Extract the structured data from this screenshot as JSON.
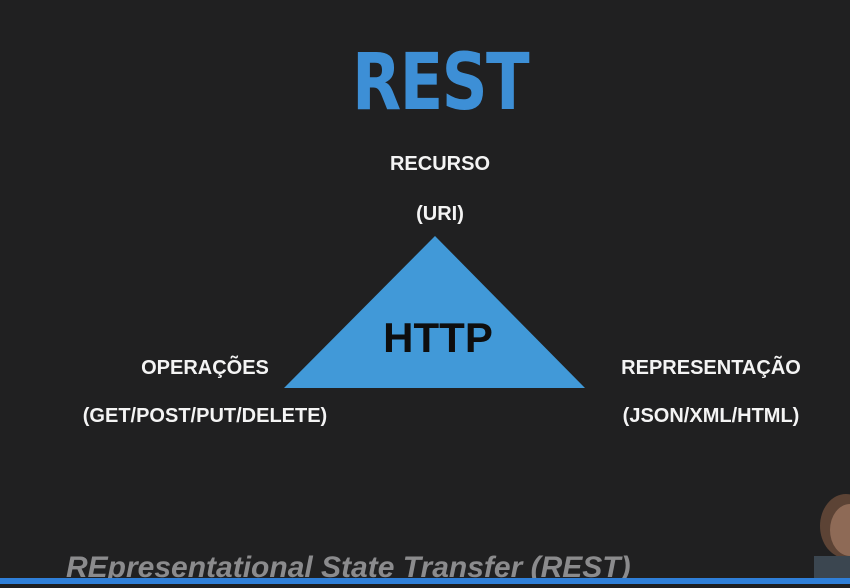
{
  "slide": {
    "title": "REST",
    "resource": {
      "name": "RECURSO",
      "detail": "(URI)"
    },
    "center": "HTTP",
    "operations": {
      "name": "OPERAÇÕES",
      "detail": "(GET/POST/PUT/DELETE)"
    },
    "representation": {
      "name": "REPRESENTAÇÃO",
      "detail": "(JSON/XML/HTML)"
    },
    "footer": "REpresentational State Transfer (REST)"
  },
  "colors": {
    "background": "#202021",
    "accent": "#3d8fd6",
    "triangle": "#4199d8",
    "text": "#f4f4f4",
    "footer_text": "#8b8b8d",
    "bottom_bar": "#2f7fd8"
  },
  "icons": {
    "triangle": "triangle-shape",
    "presenter": "presenter-webcam-thumbnail"
  }
}
